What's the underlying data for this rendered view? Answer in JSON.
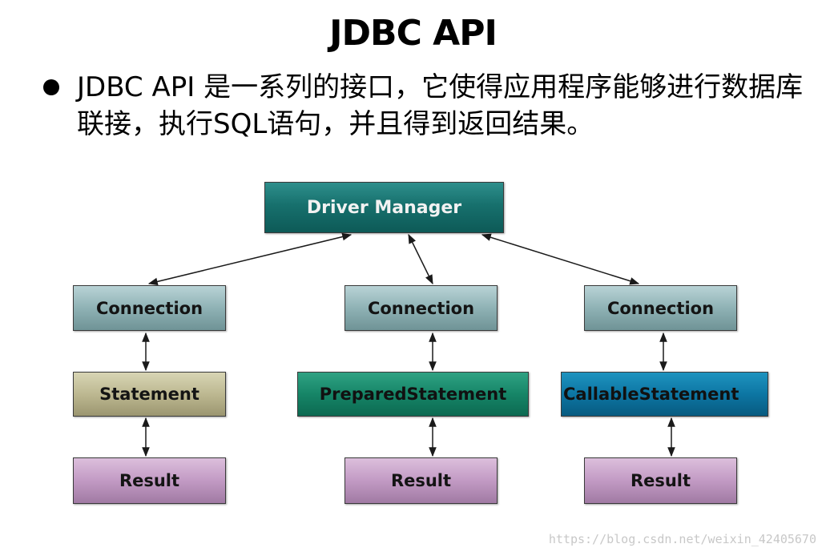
{
  "slide": {
    "title": "JDBC API",
    "bullet": "JDBC API 是一系列的接口，它使得应用程序能够进行数据库联接，执行SQL语句，并且得到返回结果。"
  },
  "diagram": {
    "driver_manager": "Driver Manager",
    "columns": [
      {
        "connection": "Connection",
        "statement": "Statement",
        "result": "Result"
      },
      {
        "connection": "Connection",
        "statement": "PreparedStatement",
        "result": "Result"
      },
      {
        "connection": "Connection",
        "statement": "CallableStatement",
        "result": "Result"
      }
    ],
    "colors": {
      "driver_manager": "#17706d",
      "connection": "#8fb2b5",
      "statement": "#bdb891",
      "prepared_statement": "#168567",
      "callable_statement": "#0d76a3",
      "result": "#c29ac4",
      "arrow": "#1a1a1a"
    }
  },
  "watermark": "https://blog.csdn.net/weixin_42405670"
}
